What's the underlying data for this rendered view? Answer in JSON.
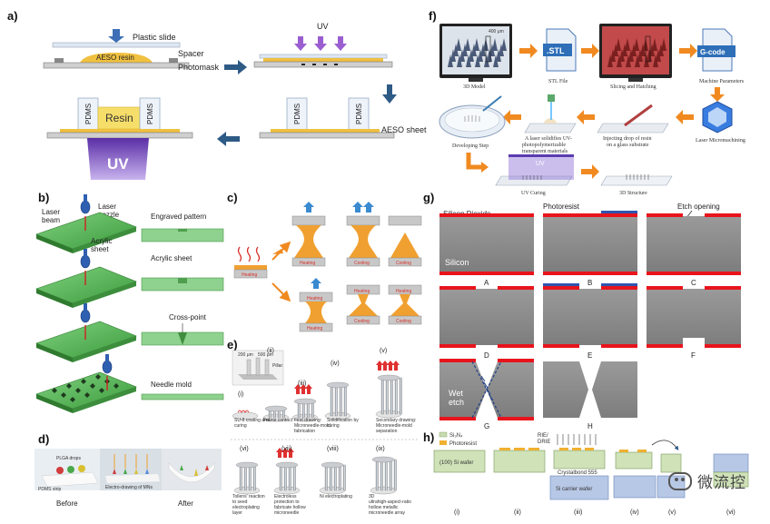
{
  "panels": {
    "a": {
      "label": "a)",
      "plastic_slide": "Plastic slide",
      "aeso_resin": "AESO resin",
      "spacer": "Spacer",
      "photomask": "Photomask",
      "uv_top": "UV",
      "pdms": "PDMS",
      "resin": "Resin",
      "uv_bottom": "UV",
      "aeso_sheet": "AESO sheet"
    },
    "b": {
      "label": "b)",
      "laser_beam": "Laser\nbeam",
      "laser_nozzle": "Laser\nnozzle",
      "acrylic_sheet_on": "Acrylic\nsheet",
      "engraved_pattern": "Engraved pattern",
      "acrylic_sheet": "Acrylic sheet",
      "cross_point": "Cross-point",
      "needle_mold": "Needle mold"
    },
    "c": {
      "label": "c)",
      "heating": "Heating",
      "cooling": "Cooling"
    },
    "d": {
      "label": "d)",
      "plga_drops": "PLGA drops",
      "pdms_strip": "PDMS strip",
      "electro_drawing": "Electro-drawing of MNs",
      "before": "Before",
      "after": "After"
    },
    "e": {
      "label": "e)",
      "um200": "200 μm",
      "um500": "500 μm",
      "pillar": "Pillar",
      "steps": [
        {
          "num": "(i)",
          "caption": "SU-8 coating and curing"
        },
        {
          "num": "(ii)",
          "caption": "Frame contact"
        },
        {
          "num": "(iii)",
          "caption": "First drawing: Microneedle-mold fabrication"
        },
        {
          "num": "(iv)",
          "caption": "Solidification by curing"
        },
        {
          "num": "(v)",
          "caption": "Secondary drawing: Microneedle-mold separation"
        },
        {
          "num": "(vi)",
          "caption": "Tollens' reaction to seed electroplating layer"
        },
        {
          "num": "(vii)",
          "caption": "Electroless protection to fabricate hollow microneedle"
        },
        {
          "num": "(viii)",
          "caption": "Ni electroplating"
        },
        {
          "num": "(ix)",
          "caption": "3D ultrahigh-aspect-ratio hollow metallic microneedle array"
        }
      ]
    },
    "f": {
      "label": "f)",
      "model": "3D Model",
      "stl_icon": ".STL",
      "stl_file": "STL File",
      "slicing": "Slicing and Hatching",
      "gcode_icon": "G-code",
      "machine": "Machine Parameters",
      "micromachining": "Laser Micromachining",
      "injecting": "Injecting drop of resin on a glass substrate",
      "laser_solidifies": "A laser solidifies UV-photopolymerizable transparent materials",
      "developing": "Developing Step",
      "uv": "UV",
      "uv_curing": "UV Curing",
      "structure": "3D Structure",
      "scale": "400 μm"
    },
    "g": {
      "label": "g)",
      "silicon_dioxide": "Silicon Dioxide",
      "photoresist": "Photoresist",
      "etch_opening": "Etch opening",
      "silicon": "Silicon",
      "wet_etch": "Wet\netch",
      "letters": [
        "A",
        "B",
        "C",
        "D",
        "E",
        "F",
        "G",
        "H"
      ]
    },
    "h": {
      "label": "h)",
      "si3n4": "Si₃N₄",
      "photoresist": "Photoresist",
      "rie": "RIE/\nDRIE",
      "si_wafer": "(100) Si wafer",
      "crystalbond": "Crystalbond 555",
      "carrier": "Si carrier wafer",
      "steps": [
        "(i)",
        "(ii)",
        "(iii)",
        "(iv)",
        "(v)",
        "(vi)"
      ]
    }
  },
  "watermark": "微流控",
  "colors": {
    "arrow_blue": "#2e5a86",
    "orange": "#f0a030",
    "green": "#5cb85c",
    "silicon": "#8c8c8c",
    "red": "#e8141c",
    "purple": "#7b52c8"
  }
}
